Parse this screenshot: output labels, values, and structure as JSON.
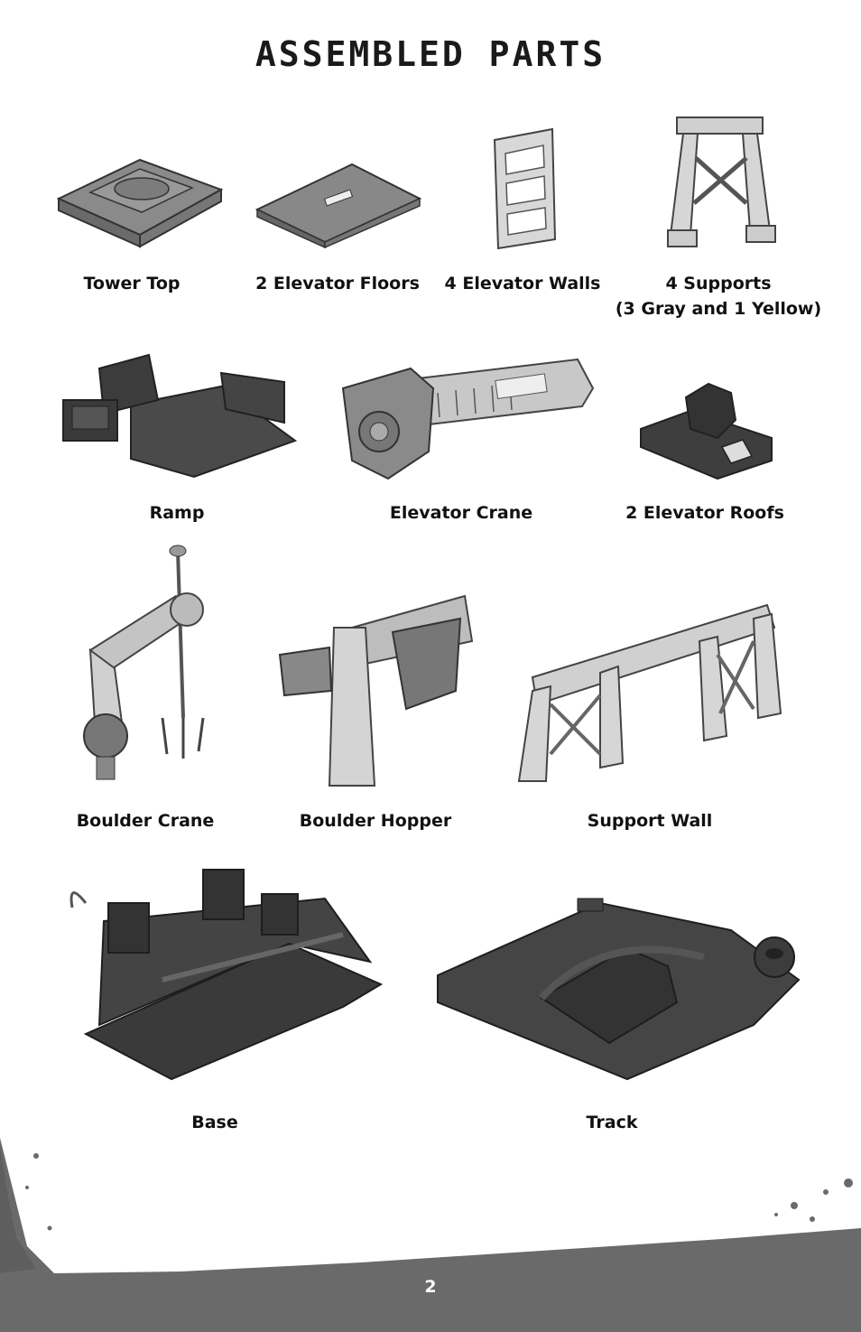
{
  "title": "ASSEMBLED PARTS",
  "parts": [
    {
      "label": "Tower Top",
      "icon": "tower-top-illustration"
    },
    {
      "label": "2 Elevator Floors",
      "icon": "elevator-floor-illustration"
    },
    {
      "label": "4 Elevator Walls",
      "icon": "elevator-wall-illustration"
    },
    {
      "label": "4 Supports",
      "label2": "(3 Gray and 1 Yellow)",
      "icon": "support-illustration"
    },
    {
      "label": "Ramp",
      "icon": "ramp-illustration"
    },
    {
      "label": "Elevator Crane",
      "icon": "elevator-crane-illustration"
    },
    {
      "label": "2 Elevator Roofs",
      "icon": "elevator-roof-illustration"
    },
    {
      "label": "Boulder Crane",
      "icon": "boulder-crane-illustration"
    },
    {
      "label": "Boulder Hopper",
      "icon": "boulder-hopper-illustration"
    },
    {
      "label": "Support Wall",
      "icon": "support-wall-illustration"
    },
    {
      "label": "Base",
      "icon": "base-illustration"
    },
    {
      "label": "Track",
      "icon": "track-illustration"
    }
  ],
  "colors": {
    "dark_part": "#3a3a3a",
    "mid_part": "#7a7a7a",
    "light_part": "#c8c8c8",
    "footer": "#6a6a6a"
  },
  "page_number": "2"
}
